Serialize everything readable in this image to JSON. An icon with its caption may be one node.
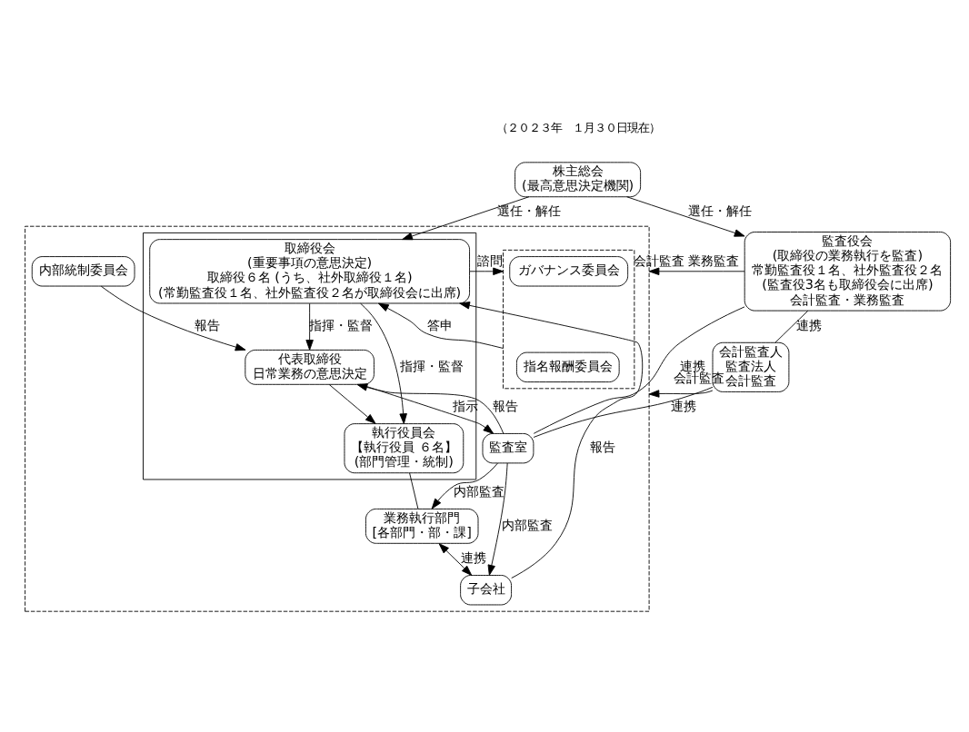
{
  "diagram": {
    "nodes": [
      {
        "text": [
          "株主総会",
          "(最高意思決定機関)"
        ]
      },
      {
        "text": [],
        "shape": "box"
      },
      {
        "text": [],
        "shape": "box",
        "in": 1
      },
      {
        "text": [
          "取締役会",
          "(重要事項の意思決定)",
          "取締役６名 (うち、社外取締役１名)",
          "(常勤監査役１名、社外監査役２名が取締役会に出席)"
        ],
        "in": 2
      },
      {
        "text": [],
        "shape": "box",
        "in": 1
      },
      {
        "text": [
          "ガバナンス委員会"
        ],
        "in": 4
      },
      {
        "text": [
          "指名報酬委員会"
        ],
        "in": 4
      },
      {
        "text": [
          "代表取締役",
          "日常業務の意思決定"
        ],
        "in": 2
      },
      {
        "text": [
          "内部統制委員会"
        ],
        "in": 1
      },
      {
        "text": [
          "執行役員会",
          "【執行役員 ６名】",
          "(部門管理・統制)"
        ],
        "in": 2
      },
      {
        "text": [
          "業務執行部門",
          "[各部門・部・課]"
        ],
        "in": 1
      },
      {
        "text": [
          "子会社"
        ],
        "in": 1
      },
      {
        "text": [
          "監査室"
        ],
        "in": 1
      },
      {
        "text": [
          "監査役会",
          "(取締役の業務執行を監査)",
          "常勤監査役１名、社外監査役２名",
          "(監査役3名も取締役会に出席)",
          "会計監査・業務監査"
        ]
      },
      {
        "text": [
          "会計監査人",
          "監査法人",
          "会計監査"
        ]
      }
    ],
    "edges": [
      {
        "from": 0,
        "to": 3,
        "arrow": "to",
        "label": "選任・解任"
      },
      {
        "from": 0,
        "to": 13,
        "arrow": "to",
        "label": "選任・解任"
      },
      {
        "from": 3,
        "to": 4,
        "arrow": "to",
        "label": "諮問"
      },
      {
        "from": 4,
        "to": 3,
        "arrow": "to",
        "label": "答申"
      },
      {
        "from": 3,
        "to": 7,
        "arrow": "to",
        "label": "指揮・監督"
      },
      {
        "from": 3,
        "to": 9,
        "arrow": "to",
        "label": "指揮・監督"
      },
      {
        "from": 7,
        "to": 9,
        "arrow": "to"
      },
      {
        "from": 8,
        "to": 7,
        "arrow": "to",
        "label": "報告"
      },
      {
        "from": 9,
        "to": 10,
        "arrow": "none"
      },
      {
        "from": 10,
        "to": 11,
        "arrow": "both",
        "label": "連携"
      },
      {
        "from": 11,
        "to": 3,
        "arrow": "to",
        "label": "報告"
      },
      {
        "from": 7,
        "to": 12,
        "arrow": "to",
        "label": "指示"
      },
      {
        "from": 12,
        "to": 7,
        "arrow": "to",
        "label": "報告"
      },
      {
        "from": 12,
        "to": 10,
        "arrow": "to",
        "label": "内部監査"
      },
      {
        "from": 12,
        "to": 11,
        "arrow": "to",
        "label": "内部監査"
      },
      {
        "from": 13,
        "to": 1,
        "arrow": "to",
        "label": "会計監査 業務監査"
      },
      {
        "from": 14,
        "to": 1,
        "arrow": "to",
        "label": "会計監査"
      },
      {
        "from": 13,
        "to": 14,
        "arrow": "none",
        "label": "連携"
      },
      {
        "from": 13,
        "to": 12,
        "arrow": "none",
        "label": "連携"
      },
      {
        "from": 14,
        "to": 12,
        "arrow": "none",
        "label": "連携"
      }
    ],
    "labels": [
      "（２０２３年　１月３０日現在）"
    ]
  }
}
